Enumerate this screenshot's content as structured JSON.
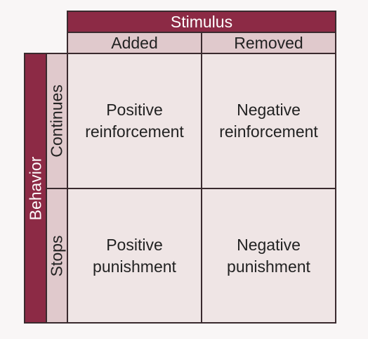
{
  "stimulus": {
    "title": "Stimulus",
    "added": "Added",
    "removed": "Removed"
  },
  "behavior": {
    "title": "Behavior",
    "continues": "Continues",
    "stops": "Stops"
  },
  "cells": {
    "positive_reinforcement": "Positive\nreinforcement",
    "negative_reinforcement": "Negative\nreinforcement",
    "positive_punishment": "Positive\npunishment",
    "negative_punishment": "Negative\npunishment"
  },
  "colors": {
    "header_dark": "#8c2a45",
    "header_light": "#e0c9cc",
    "cell_fill": "#efe5e5",
    "border": "#3a2a2e"
  }
}
